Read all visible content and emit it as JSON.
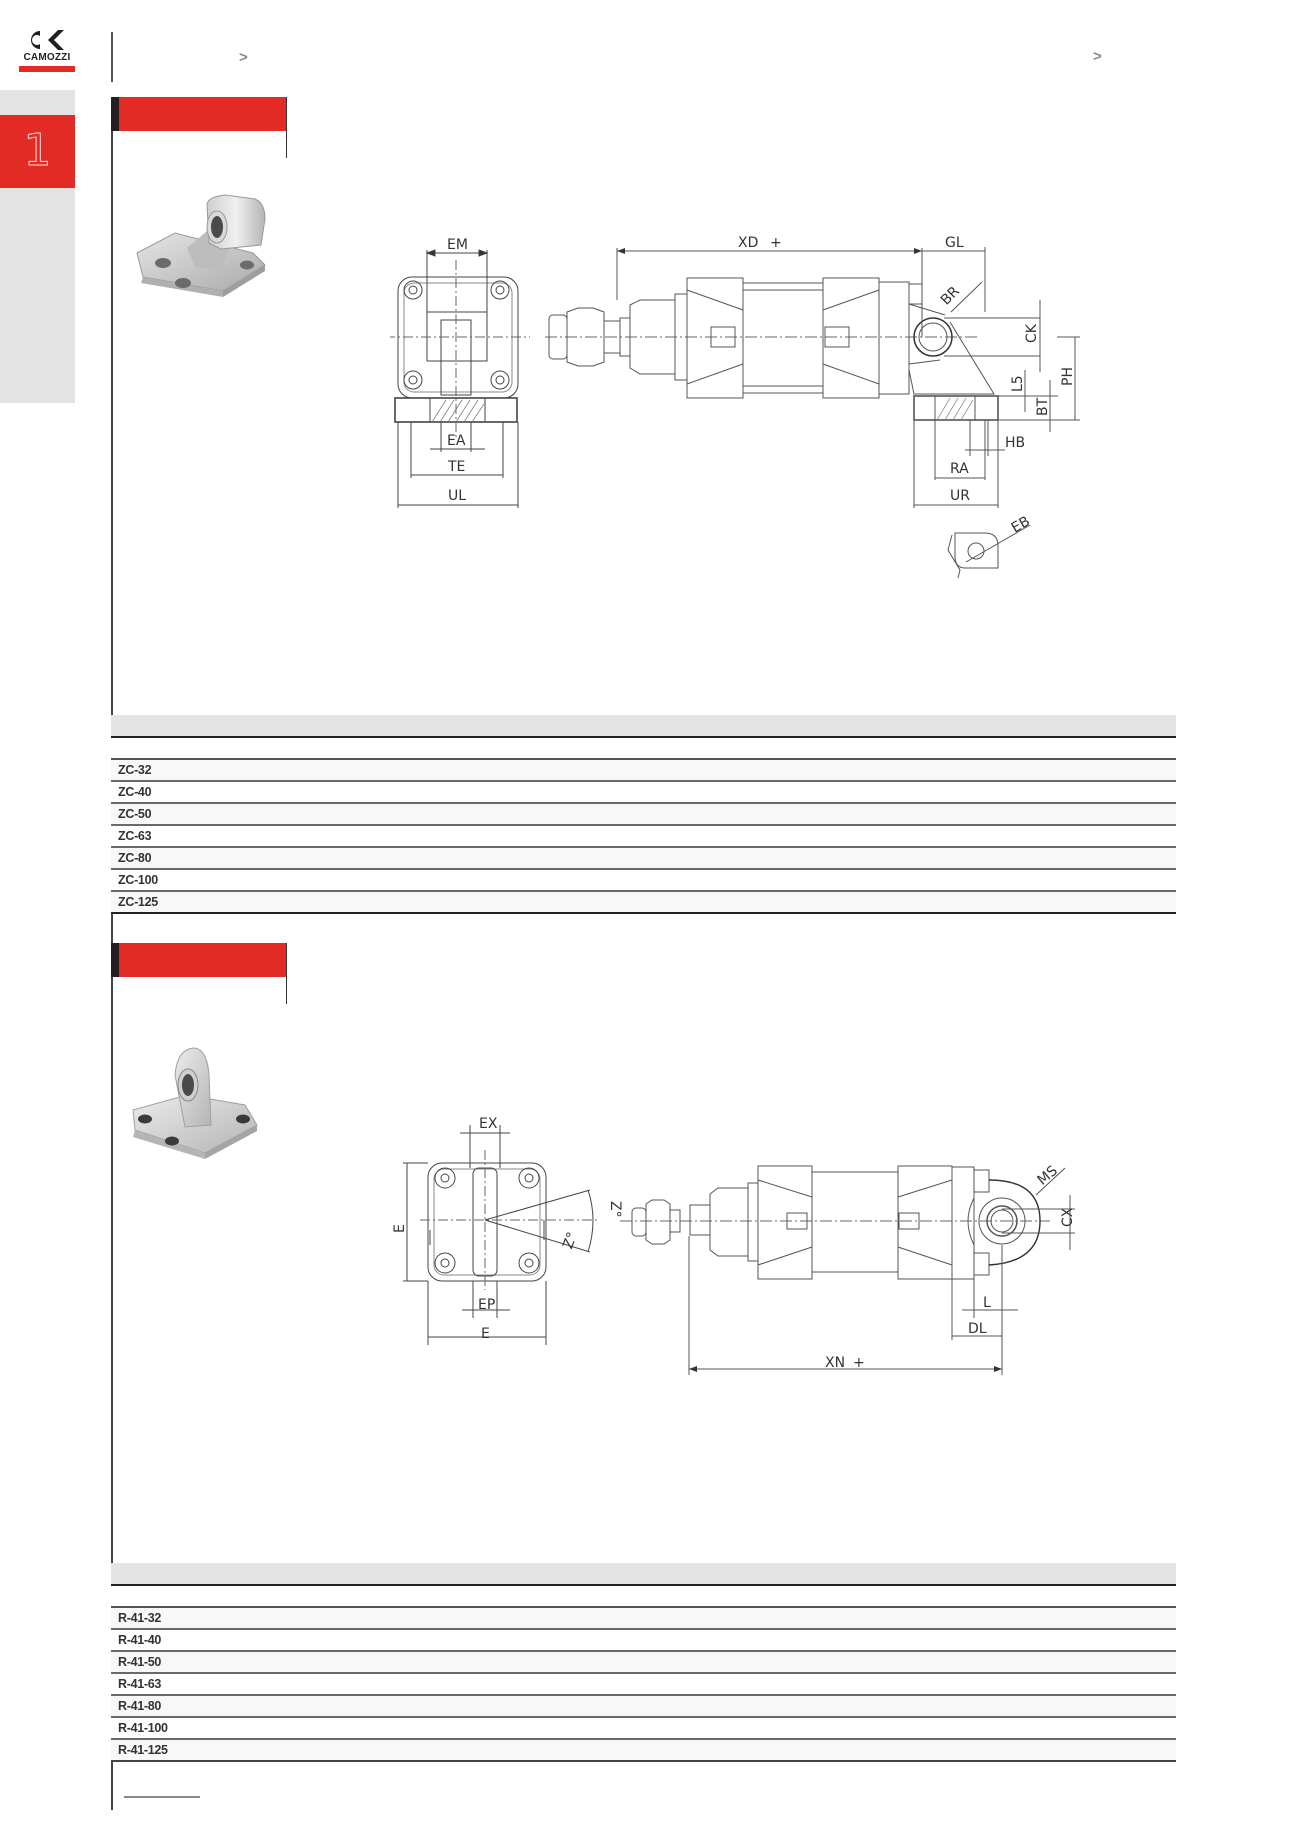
{
  "header": {
    "brand": "CAMOZZI",
    "breadcrumb_left_separator": ">",
    "breadcrumb_right_separator": ">"
  },
  "sidebar": {
    "chapter_number": "1"
  },
  "sections": [
    {
      "title": "",
      "product_icon": "rear-hinge-bracket-zc",
      "drawing_labels": [
        "EM",
        "XD +",
        "GL",
        "BR",
        "CK",
        "PH",
        "L5",
        "BT",
        "HB",
        "RA",
        "UR",
        "EA",
        "TE",
        "UL",
        "EB"
      ],
      "table": {
        "header": "",
        "subheader": "",
        "rows": [
          "ZC-32",
          "ZC-40",
          "ZC-50",
          "ZC-63",
          "ZC-80",
          "ZC-100",
          "ZC-125"
        ]
      }
    },
    {
      "title": "",
      "product_icon": "clevis-bracket-r41",
      "drawing_labels": [
        "EX",
        "E",
        "Z°",
        "Z°",
        "EP",
        "E",
        "MS",
        "CX",
        "L",
        "DL",
        "XN +"
      ],
      "table": {
        "header": "",
        "subheader": "",
        "rows": [
          "R-41-32",
          "R-41-40",
          "R-41-50",
          "R-41-63",
          "R-41-80",
          "R-41-100",
          "R-41-125"
        ]
      }
    }
  ],
  "colors": {
    "accent_red": "#e32b26",
    "dark": "#231f20",
    "sidebar_gray": "#e3e3e3",
    "table_header_gray": "#e3e3e3"
  }
}
